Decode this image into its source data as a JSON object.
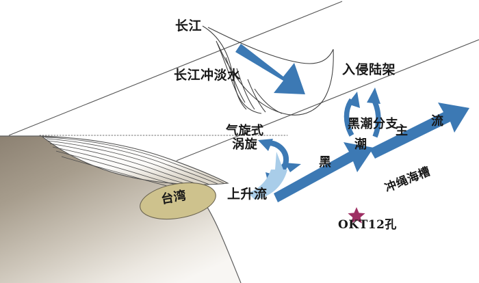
{
  "figure": {
    "title": "Kuroshio and Yangtze diluted water schematic of the East China Sea shelf and Okinawa Trough",
    "colors": {
      "arrow_blue": "#3C79B4",
      "arrow_blue_dark": "#2F6AA6",
      "upwelling_light_blue": "#A9CDE9",
      "land_dark": "#8b8071",
      "land_light": "#f3efe9",
      "taiwan_fill": "#cec28d",
      "star_magenta": "#9e2f63",
      "outline": "#4a4a4a",
      "text": "#171717",
      "background": "#ffffff"
    }
  },
  "labels": {
    "yangtze_river": "长江",
    "yangtze_diluted_water": "长江冲淡水",
    "shelf_intrusion": "入侵陆架",
    "kuroshio_branch": "黑潮分支",
    "cyclonic_eddy_line1": "气旋式",
    "cyclonic_eddy_line2": "涡旋",
    "upwelling": "上升流",
    "kuroshio_hei": "黑",
    "kuroshio_chao": "潮",
    "main_current_zhu": "主",
    "main_current_liu": "流",
    "okinawa_trough": "冲绳海槽",
    "core_site": "OKT12孔",
    "taiwan": "台湾"
  },
  "features": {
    "land_block": "continental shelf and slope block",
    "taiwan_ellipse": "Taiwan island ellipse",
    "contour_fan": "nested bathymetric contour lines",
    "plume_curves": "Yangtze river plume outline curves",
    "water_surface_line": "sea surface diagonal edge line",
    "dotted_shelf_line": "dotted shelf break line"
  },
  "arrows": {
    "yangtze_plume_arrow": "thick blue arrow pointing south-east (Yangtze diluted water)",
    "kuroshio_main_1": "thick blue arrow pointing north-east (Kuroshio)",
    "kuroshio_main_2": "thick blue arrow pointing north-east (Kuroshio main current)",
    "eddy_circle": "cyclonic circular arrow (counter-clockwise eddy)",
    "upwelling_arrow": "light blue upwelling arrow",
    "branch_arrow_left": "curved upward arrow (left Kuroshio branch)",
    "branch_arrow_right": "curved upward arrow (right Kuroshio branch)"
  }
}
